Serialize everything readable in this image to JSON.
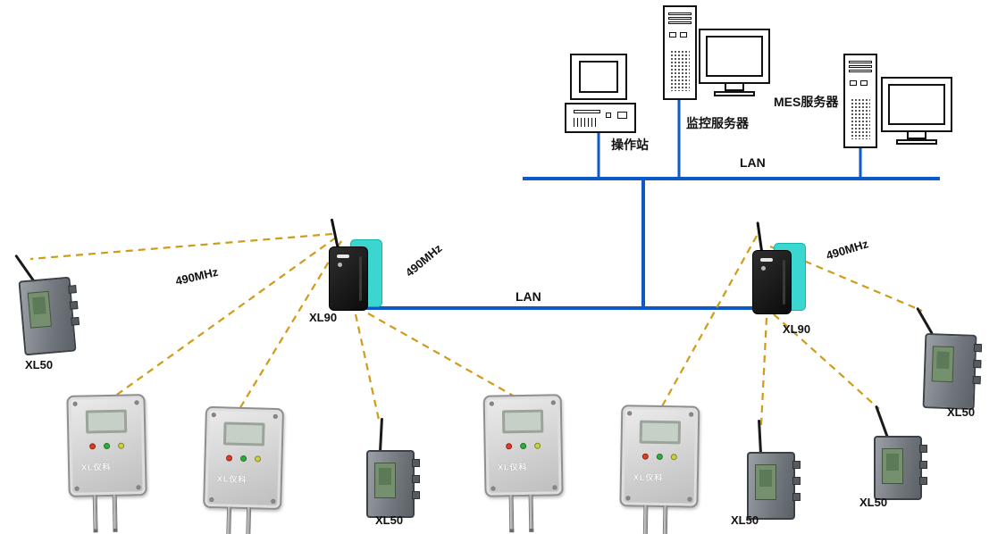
{
  "labels": {
    "operator_station": "操作站",
    "monitoring_server": "监控服务器",
    "mes_server": "MES服务器",
    "lan_top": "LAN",
    "lan_field": "LAN",
    "freq_left": "490MHz",
    "freq_center": "490MHz",
    "freq_right": "490MHz",
    "gateway_left": "XL90",
    "gateway_right": "XL90",
    "xl50_left": "XL50",
    "xl50_center": "XL50",
    "xl50_right_inner": "XL50",
    "xl50_right_outer": "XL50",
    "xl50_far_right": "XL50",
    "transmitter_brand": "XL仪科"
  },
  "colors": {
    "lan_line": "#0d5ac8",
    "wireless_link": "#cf9b18",
    "gateway_accent": "#3bd6cf"
  }
}
